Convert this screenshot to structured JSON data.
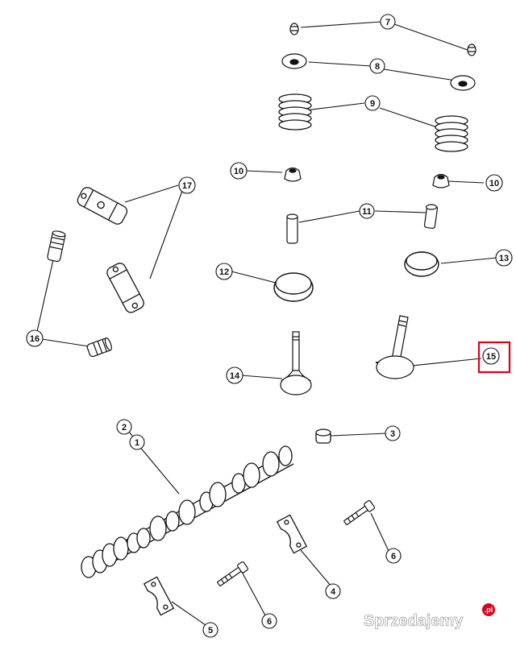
{
  "diagram": {
    "callouts": [
      {
        "id": "c1",
        "label": "1"
      },
      {
        "id": "c2",
        "label": "2"
      },
      {
        "id": "c3",
        "label": "3"
      },
      {
        "id": "c4",
        "label": "4"
      },
      {
        "id": "c5",
        "label": "5"
      },
      {
        "id": "c6a",
        "label": "6"
      },
      {
        "id": "c6b",
        "label": "6"
      },
      {
        "id": "c7",
        "label": "7"
      },
      {
        "id": "c8",
        "label": "8"
      },
      {
        "id": "c9",
        "label": "9"
      },
      {
        "id": "c10a",
        "label": "10"
      },
      {
        "id": "c10b",
        "label": "10"
      },
      {
        "id": "c11",
        "label": "11"
      },
      {
        "id": "c12",
        "label": "12"
      },
      {
        "id": "c13",
        "label": "13"
      },
      {
        "id": "c14",
        "label": "14"
      },
      {
        "id": "c15",
        "label": "15"
      },
      {
        "id": "c16",
        "label": "16"
      },
      {
        "id": "c17",
        "label": "17"
      }
    ],
    "highlight": {
      "target": "15",
      "color": "#d9001b"
    }
  },
  "watermark": {
    "text": "Sprzedajemy",
    "badge": ".pl",
    "badge_color": "#d9001b"
  },
  "colors": {
    "line": "#111111",
    "background": "#ffffff"
  }
}
